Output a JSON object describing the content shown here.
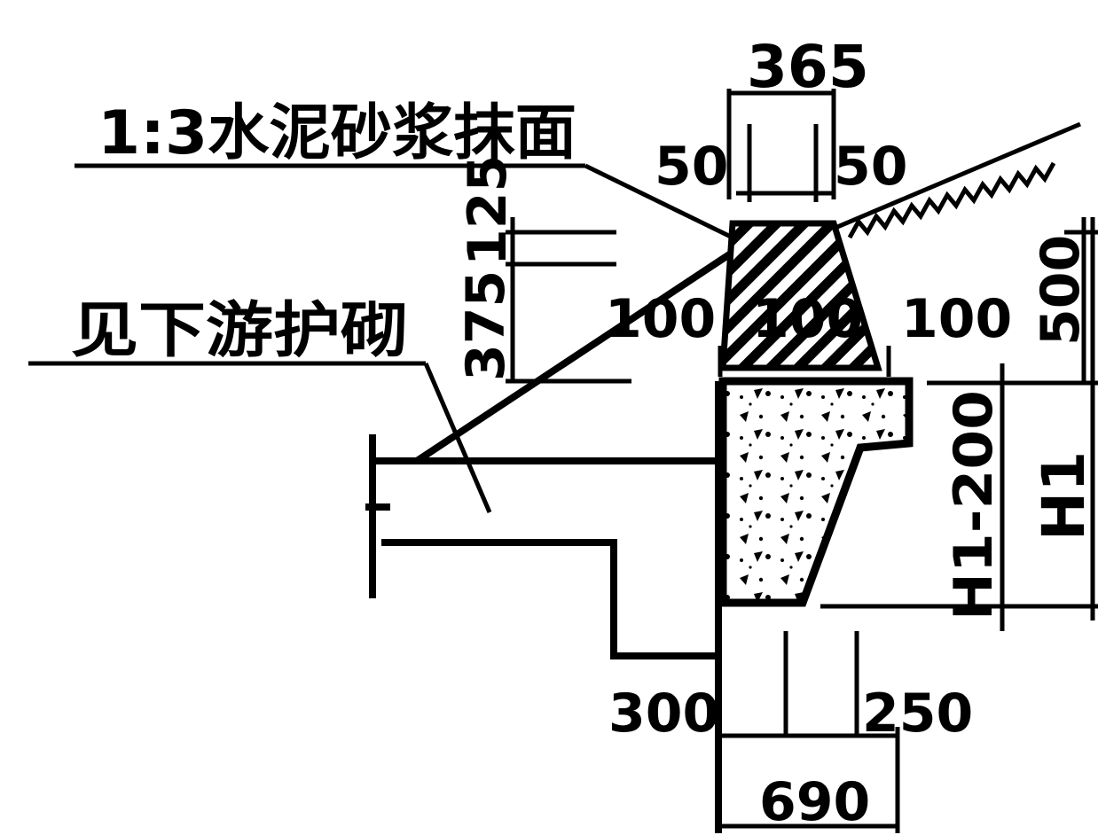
{
  "callouts": {
    "mortar_finish": "1:3水泥砂浆抹面",
    "see_below": "见下游护砌"
  },
  "dimensions": {
    "top_width": "365",
    "left_offset": "50",
    "right_offset": "50",
    "v_125": "125",
    "v_375": "375",
    "left_100": "100",
    "center_100": "100",
    "right_100": "100",
    "right_500": "500",
    "h1_minus": "H1-200",
    "h1": "H1",
    "bottom_300": "300",
    "bottom_250": "250",
    "bottom_total": "690"
  },
  "colors": {
    "ink": "#000000",
    "paper": "#ffffff"
  }
}
